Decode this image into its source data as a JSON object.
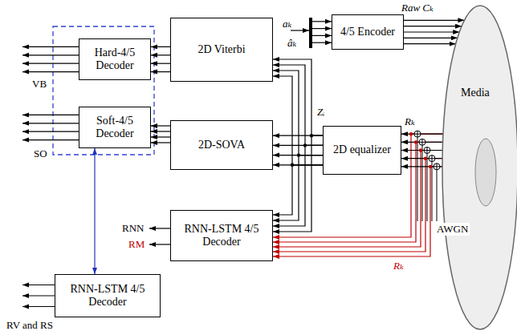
{
  "diagram": {
    "nodes": [
      {
        "text": [
          "Hard-4/5 Decoder"
        ]
      },
      {
        "text": [
          "2D Viterbi"
        ]
      },
      {
        "text": [
          "4/5 Encoder"
        ]
      },
      {
        "text": [
          "Soft-4/5 Decoder"
        ]
      },
      {
        "text": [
          "2D-SOVA"
        ]
      },
      {
        "text": [
          "2D equalizer"
        ]
      },
      {
        "text": [
          "Media"
        ]
      },
      {
        "text": [
          "RNN-LSTM 4/5 Decoder"
        ]
      },
      {
        "text": [
          "RNN-LSTM 4/5 Decoder"
        ]
      }
    ],
    "edges": [
      {
        "from": 1,
        "to": 0,
        "arrow": "to"
      },
      {
        "from": 4,
        "to": 3,
        "arrow": "to"
      },
      {
        "from": 5,
        "to": 1,
        "arrow": "to"
      },
      {
        "from": 5,
        "to": 4,
        "arrow": "to"
      },
      {
        "from": 5,
        "to": 7,
        "arrow": "to"
      },
      {
        "from": 2,
        "to": 6,
        "arrow": "to"
      },
      {
        "from": 6,
        "to": 5,
        "arrow": "to"
      },
      {
        "from": 6,
        "to": 7,
        "arrow": "to"
      },
      {
        "from": 3,
        "to": 8,
        "arrow": "both"
      }
    ],
    "labels": [
      "VB",
      "SO",
      "RNN",
      "RM",
      "RV and RS",
      "aₖ",
      "âₖ",
      "Raw Cₖ",
      "Zᵢ",
      "Rₖ",
      "AWGN",
      "Rₖ"
    ]
  }
}
